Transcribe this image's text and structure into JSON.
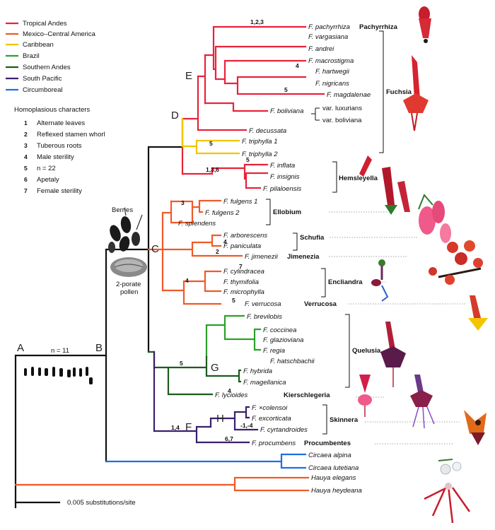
{
  "legend": {
    "regions": [
      {
        "label": "Tropical Andes",
        "color": "#e8233a"
      },
      {
        "label": "Mexico–Central America",
        "color": "#f05a28"
      },
      {
        "label": "Caribbean",
        "color": "#f2c500"
      },
      {
        "label": "Brazil",
        "color": "#2ea02a"
      },
      {
        "label": "Southern Andes",
        "color": "#1e5a1e"
      },
      {
        "label": "South Pacific",
        "color": "#3a1f6e"
      },
      {
        "label": "Circumboreal",
        "color": "#1f6fe0"
      }
    ],
    "characters_title": "Homoplasious characters",
    "characters": [
      {
        "num": "1",
        "label": "Alternate leaves"
      },
      {
        "num": "2",
        "label": "Reflexed stamen whorl"
      },
      {
        "num": "3",
        "label": "Tuberous roots"
      },
      {
        "num": "4",
        "label": "Male sterility"
      },
      {
        "num": "5",
        "label": "n = 22"
      },
      {
        "num": "6",
        "label": "Apetaly"
      },
      {
        "num": "7",
        "label": "Female sterility"
      }
    ]
  },
  "nodes": {
    "A": "A",
    "B": "B",
    "C": "C",
    "D": "D",
    "E": "E",
    "F": "F",
    "G": "G",
    "H": "H"
  },
  "chromosome_label": "n = 11",
  "berries_label": "Berries",
  "pollen_label": "2-porate\npollen",
  "scale_label": "0.005 substitutions/site",
  "taxa": {
    "pachyrrhiza": "F. pachyrrhiza",
    "vargasiana": "F. vargasiana",
    "andrei": "F. andrei",
    "macrostigma": "F. macrostigma",
    "hartwegii": "F. hartwegii",
    "nigricans": "F. nigricans",
    "magdalenae": "F. magdalenae",
    "boliviana": "F. boliviana",
    "var_luxurians": "var. luxurians",
    "var_boliviana": "var. boliviana",
    "decussata": "F. decussata",
    "triphylla1": "F. triphylla 1",
    "triphylla2": "F. triphylla 2",
    "inflata": "F. inflata",
    "insignis": "F. insignis",
    "pilaloensis": "F. pilaloensis",
    "fulgens1": "F. fulgens 1",
    "fulgens2": "F. fulgens 2",
    "splendens": "F. splendens",
    "arborescens": "F. arborescens",
    "paniculata": "F. paniculata",
    "jimenezii": "F. jimenezii",
    "cylindracea": "F. cylindracea",
    "thymifolia": "F. thymifolia",
    "microphylla": "F. microphylla",
    "verrucosa": "F. verrucosa",
    "brevilobis": "F. brevilobis",
    "coccinea": "F. coccinea",
    "glazioviana": "F. glazioviana",
    "regia": "F. regia",
    "hatschbachii": "F. hatschbachii",
    "hybrida": "F. hybrida",
    "magellanica": "F. magellanica",
    "lycioides": "F. lycioides",
    "colensoi": "F. ×colensoi",
    "excorticata": "F. excorticata",
    "cyrtandroides": "F. cyrtandroides",
    "procumbens": "F. procumbens",
    "circaea_alpina": "Circaea alpina",
    "circaea_lutetiana": "Circaea lutetiana",
    "hauya_elegans": "Hauya elegans",
    "hauya_heydeana": "Hauya heydeana"
  },
  "sections": {
    "pachyrrhiza": "Pachyrrhiza",
    "fuchsia": "Fuchsia",
    "hemsleyella": "Hemsleyella",
    "ellobium": "Ellobium",
    "schufia": "Schufia",
    "jimenezia": "Jimenezia",
    "encliandra": "Encliandra",
    "verrucosa": "Verrucosa",
    "quelusia": "Quelusia",
    "kierschlegeria": "Kierschlegeria",
    "skinnera": "Skinnera",
    "procumbentes": "Procumbentes"
  },
  "branch_marks": {
    "pachyrrhiza": "1,2,3",
    "hartwegii": "4",
    "magdalenae": "5",
    "triphylla": "5",
    "hemsleyella": "1,3,6",
    "inflata": "5",
    "ellobium": "3",
    "paniculata": "4",
    "jimenezii": "2",
    "cylindracea": "7",
    "encliandra": "4",
    "verrucosa": "5",
    "quelusia": "5",
    "lycioides": "4",
    "cyrtandroides": "-1,-4",
    "skinnera_stem": "1,4",
    "procumbens": "6,7"
  }
}
